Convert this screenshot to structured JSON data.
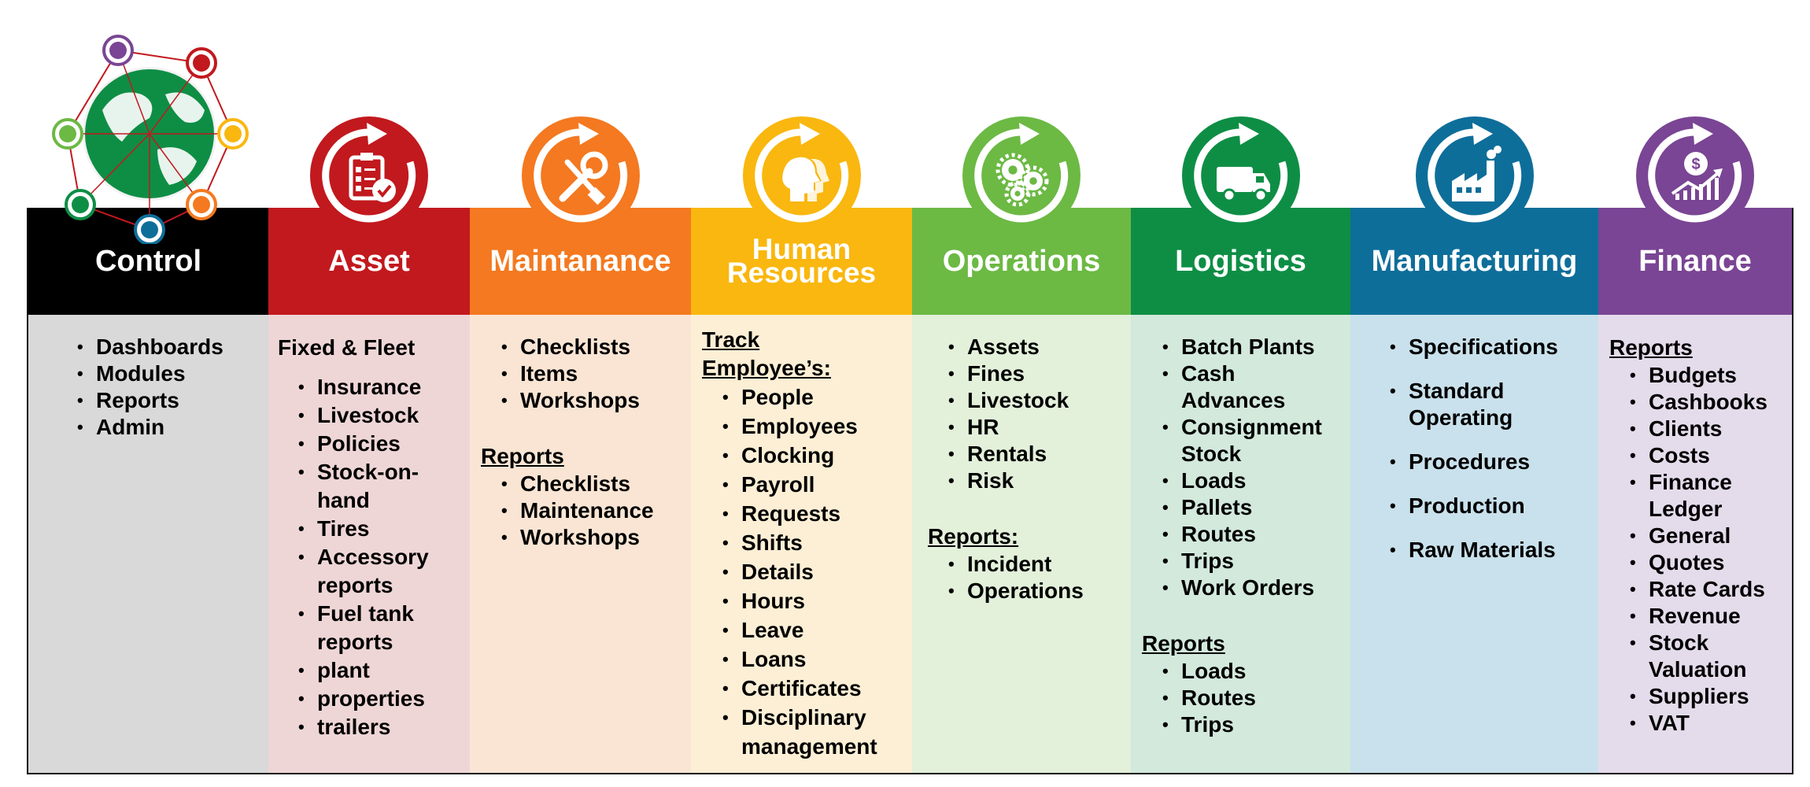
{
  "colors": {
    "control": "#000000",
    "asset": "#c1191e",
    "maintanance": "#f47920",
    "hr": "#f9b70f",
    "operations": "#6cb944",
    "logistics": "#0e8e45",
    "manufacturing": "#0e6e9a",
    "finance": "#7a4594"
  },
  "columns": [
    {
      "key": "control",
      "title": "Control",
      "icon": "globe-network-icon",
      "sections": [
        {
          "title": "",
          "items": [
            "Dashboards",
            "Modules",
            "Reports",
            "Admin"
          ]
        }
      ]
    },
    {
      "key": "asset",
      "title": "Asset",
      "icon": "checklist-icon",
      "sections": [
        {
          "title": "Fixed & Fleet",
          "plain": true,
          "items": [
            "Insurance",
            "Livestock",
            "Policies",
            "Stock-on-\nhand",
            "Tires",
            "Accessory\nreports",
            "Fuel tank\nreports",
            "plant",
            "properties",
            "trailers"
          ]
        }
      ]
    },
    {
      "key": "maintanance",
      "title": "Maintanance",
      "icon": "wrench-screwdriver-icon",
      "sections": [
        {
          "title": "",
          "items": [
            "Checklists",
            "Items",
            "Workshops"
          ]
        },
        {
          "title": "Reports",
          "items": [
            "Checklists",
            "Maintenance",
            "Workshops"
          ]
        }
      ]
    },
    {
      "key": "hr",
      "title": "Human\nResources",
      "icon": "people-heads-icon",
      "sections": [
        {
          "title": "Track \nEmployee’s:",
          "items": [
            "People",
            "Employees",
            "Clocking",
            "Payroll",
            "Requests",
            "Shifts",
            "Details",
            "Hours",
            "Leave",
            "Loans",
            "Certificates",
            "Disciplinary\nmanagement"
          ]
        }
      ]
    },
    {
      "key": "operations",
      "title": "Operations",
      "icon": "gears-icon",
      "sections": [
        {
          "title": "",
          "items": [
            "Assets",
            "Fines",
            "Livestock",
            "HR",
            "Rentals",
            "Risk"
          ]
        },
        {
          "title": "Reports:",
          "items": [
            "Incident",
            "Operations"
          ]
        }
      ]
    },
    {
      "key": "logistics",
      "title": "Logistics",
      "icon": "van-icon",
      "sections": [
        {
          "title": "",
          "items": [
            "Batch Plants",
            "Cash\nAdvances",
            "Consignment\nStock",
            "Loads",
            "Pallets",
            "Routes",
            "Trips",
            "Work Orders"
          ]
        },
        {
          "title": "Reports",
          "items": [
            "Loads",
            "Routes",
            "Trips"
          ]
        }
      ]
    },
    {
      "key": "manufacturing",
      "title": "Manufacturing",
      "icon": "factory-icon",
      "sections": [
        {
          "title": "",
          "items": [
            "Specifications",
            "Standard\nOperating",
            "Procedures",
            "Production",
            "Raw Materials"
          ]
        }
      ]
    },
    {
      "key": "finance",
      "title": "Finance",
      "icon": "dollar-growth-icon",
      "sections": [
        {
          "title": "Reports",
          "items": [
            "Budgets",
            "Cashbooks",
            "Clients",
            "Costs",
            "Finance\nLedger",
            "General",
            "Quotes",
            "Rate Cards",
            "Revenue",
            "Stock\nValuation",
            "Suppliers",
            "VAT"
          ]
        }
      ]
    }
  ]
}
